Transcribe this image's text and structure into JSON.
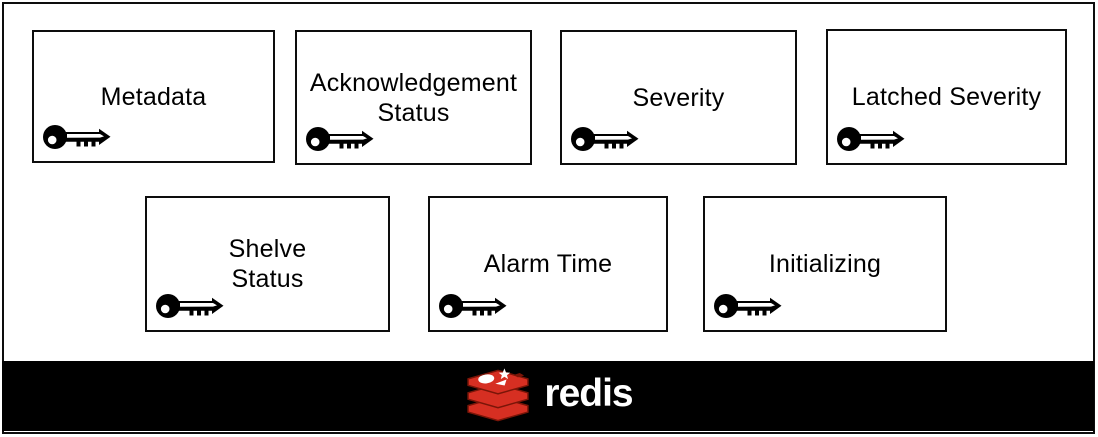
{
  "diagram": {
    "description": "Seven bordered field boxes, each tagged with a key icon, above a Redis brand footer",
    "boxes": [
      {
        "id": "metadata",
        "lines": [
          "Metadata"
        ],
        "icon": "key-icon"
      },
      {
        "id": "acknowledgement-status",
        "lines": [
          "Acknowledgement",
          "Status"
        ],
        "icon": "key-icon"
      },
      {
        "id": "severity",
        "lines": [
          "Severity"
        ],
        "icon": "key-icon"
      },
      {
        "id": "latched-severity",
        "lines": [
          "Latched Severity"
        ],
        "icon": "key-icon"
      },
      {
        "id": "shelve-status",
        "lines": [
          "Shelve",
          "Status"
        ],
        "icon": "key-icon"
      },
      {
        "id": "alarm-time",
        "lines": [
          "Alarm Time"
        ],
        "icon": "key-icon"
      },
      {
        "id": "initializing",
        "lines": [
          "Initializing"
        ],
        "icon": "key-icon"
      }
    ]
  },
  "footer": {
    "brand": "redis",
    "logo_icon": "redis-logo"
  },
  "colors": {
    "background": "#ffffff",
    "box_border": "#0d0d0d",
    "text": "#000000",
    "footer_bg": "#000000",
    "redis_red": "#d62f22",
    "redis_dark_red": "#7a1508",
    "brand_text": "#ffffff"
  }
}
